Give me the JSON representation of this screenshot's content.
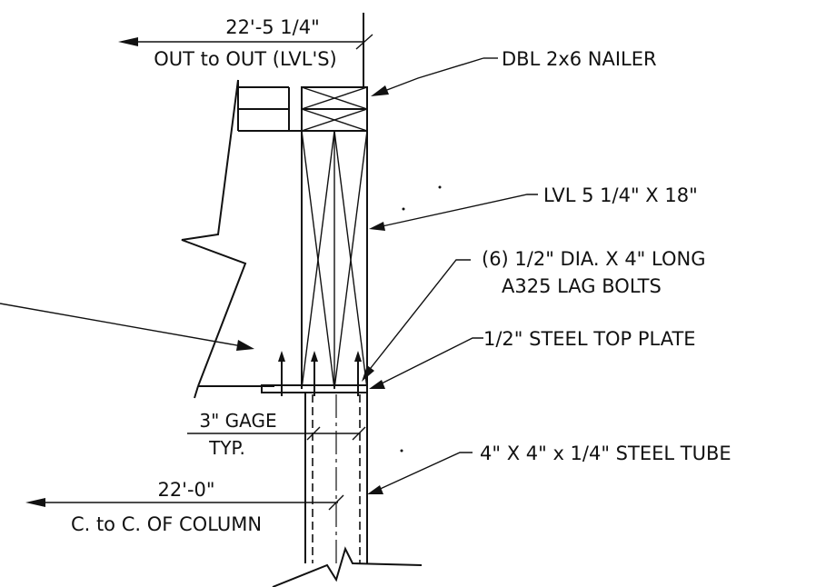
{
  "dimensions": {
    "out_to_out": {
      "value": "22'-5 1/4\"",
      "note": "OUT to OUT (LVL'S)"
    },
    "center_to_center": {
      "value": "22'-0\"",
      "note": "C. to C. OF COLUMN"
    },
    "gage": {
      "value": "3\" GAGE",
      "note": "TYP."
    }
  },
  "callouts": {
    "nailer": "DBL 2x6 NAILER",
    "lvl": "LVL 5 1/4\" X 18\"",
    "lag_bolts_line1": "(6) 1/2\" DIA. X 4\" LONG",
    "lag_bolts_line2": "A325 LAG BOLTS",
    "top_plate": "1/2\" STEEL TOP PLATE",
    "steel_tube": "4\" X 4\" x 1/4\" STEEL TUBE"
  },
  "colors": {
    "line": "#111111",
    "background": "#ffffff"
  }
}
